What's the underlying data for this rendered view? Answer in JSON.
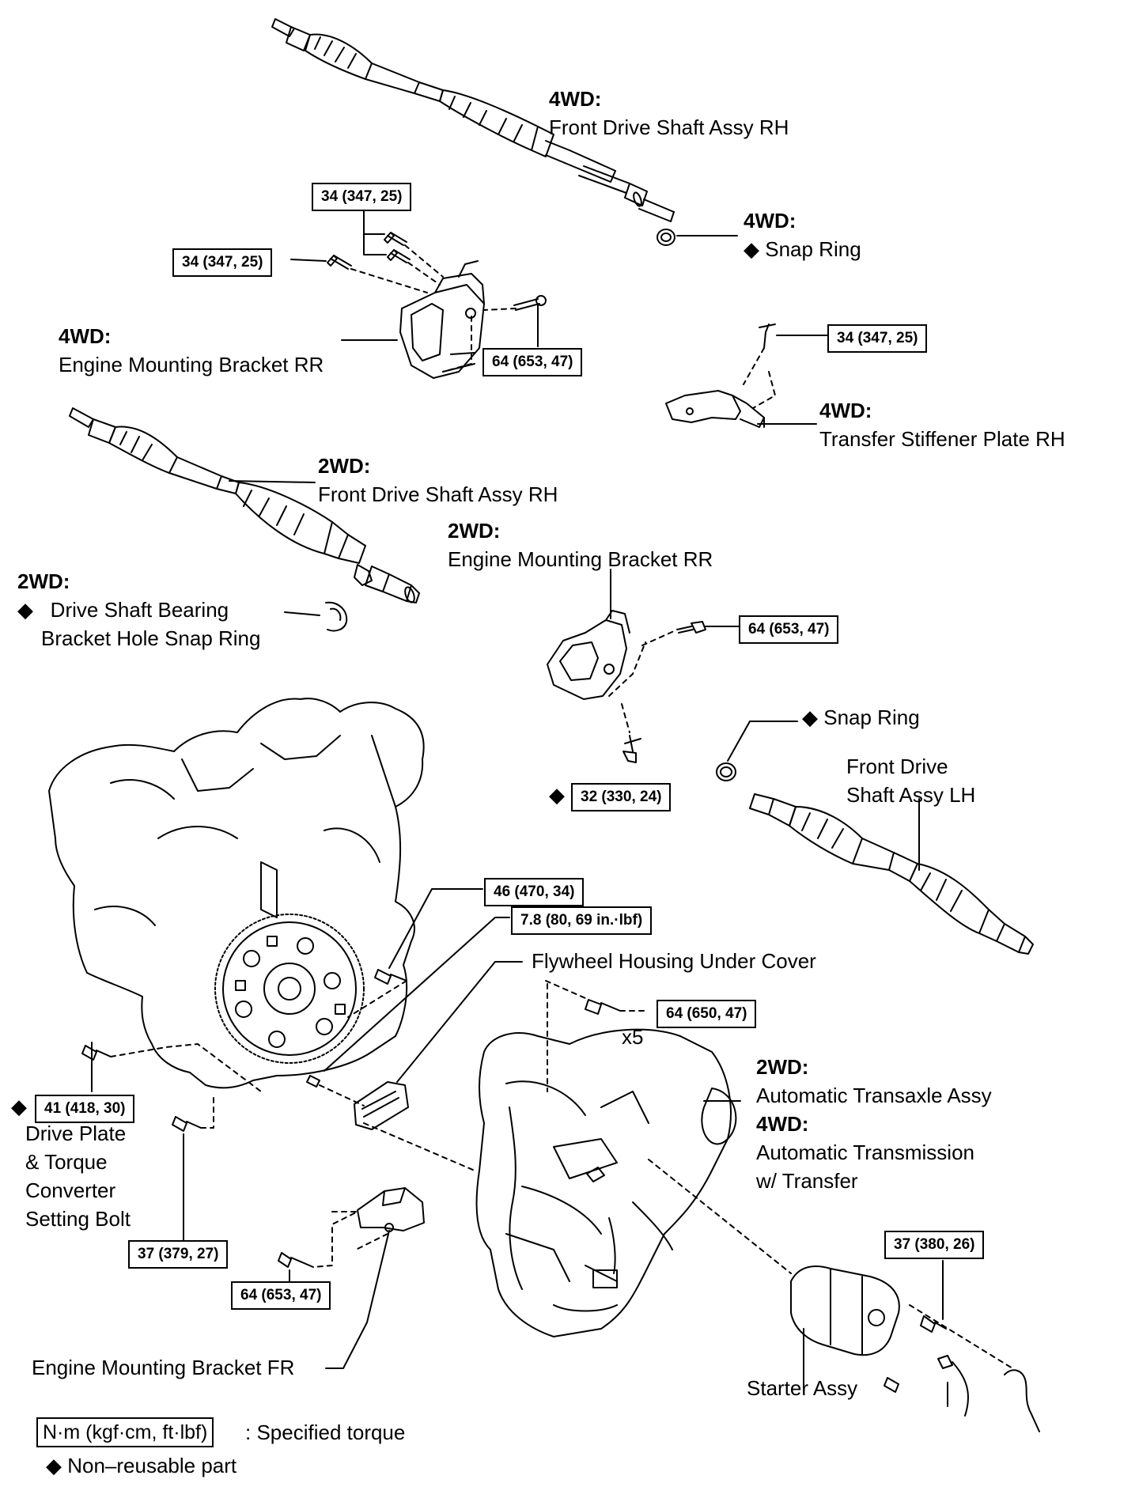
{
  "labels": {
    "fds_4wd_tag": "4WD:",
    "fds_4wd_name": "Front Drive Shaft Assy RH",
    "snap_4wd_tag": "4WD:",
    "snap_4wd_name": "Snap Ring",
    "emb_rr_4wd_tag": "4WD:",
    "emb_rr_4wd_name": "Engine Mounting Bracket RR",
    "tsp_tag": "4WD:",
    "tsp_name": "Transfer Stiffener Plate RH",
    "fds_2wd_tag": "2WD:",
    "fds_2wd_name": "Front Drive Shaft Assy RH",
    "emb_rr_2wd_tag": "2WD:",
    "emb_rr_2wd_name": "Engine Mounting Bracket RR",
    "dsb_tag": "2WD:",
    "dsb_line1": "Drive Shaft Bearing",
    "dsb_line2": "Bracket Hole Snap Ring",
    "snap_lh": "Snap Ring",
    "fds_lh_line1": "Front Drive",
    "fds_lh_line2": "Shaft Assy LH",
    "flywheel_cover": "Flywheel Housing Under Cover",
    "x5": "x5",
    "trans_2wd_tag": "2WD:",
    "trans_2wd_name": "Automatic Transaxle Assy",
    "trans_4wd_tag": "4WD:",
    "trans_4wd_line1": "Automatic Transmission",
    "trans_4wd_line2": "w/ Transfer",
    "drive_plate_line1": "Drive Plate",
    "drive_plate_line2": "& Torque",
    "drive_plate_line3": "Converter",
    "drive_plate_line4": "Setting Bolt",
    "emb_fr": "Engine Mounting Bracket FR",
    "starter": "Starter Assy"
  },
  "torques": {
    "t1": "34 (347, 25)",
    "t2": "34 (347, 25)",
    "t3": "64 (653, 47)",
    "t4": "34 (347, 25)",
    "t5": "64 (653, 47)",
    "t6": "32 (330, 24)",
    "t7": "46 (470, 34)",
    "t8": "7.8 (80, 69 in.·lbf)",
    "t9": "64 (650, 47)",
    "t10": "41 (418, 30)",
    "t11": "37 (379, 27)",
    "t12": "64 (653, 47)",
    "t13": "37 (380, 26)"
  },
  "symbols": {
    "non_reusable": "◆"
  },
  "legend": {
    "torque_box": "N·m (kgf·cm, ft·lbf)",
    "torque_text": ": Specified torque",
    "non_reusable_text": "Non–reusable part"
  }
}
